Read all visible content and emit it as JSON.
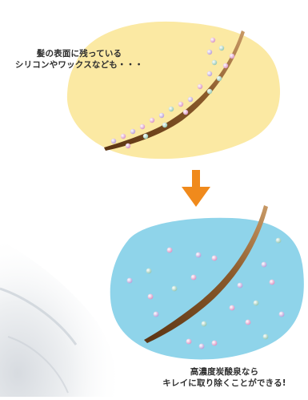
{
  "captions": {
    "before_line1": "髪の表面に残っている",
    "before_line2": "シリコンやワックスなども・・・",
    "after_line1": "高濃度炭酸泉なら",
    "after_line2": "キレイに取り除くことができる!"
  },
  "colors": {
    "before_blob": "#fbe9a3",
    "after_blob": "#8fd4ea",
    "arrow": "#f08a1c",
    "hair": "#7a4a22"
  }
}
